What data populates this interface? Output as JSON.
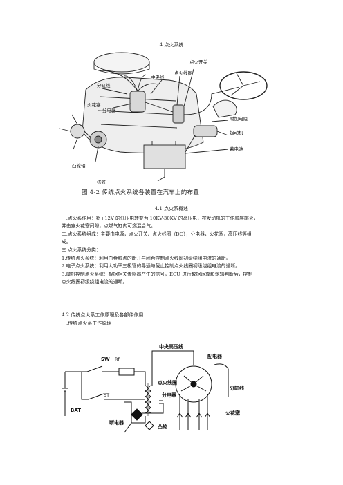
{
  "title": "4.点火系统",
  "figure1": {
    "caption": "图 4-2    传统点火系统各装置在汽车上的布置",
    "labels": {
      "ignition_switch": "点火开关",
      "ignition_coil": "点火线圈",
      "central_wire": "中央线",
      "distributor_wire": "分缸线",
      "spark_plug": "火花塞",
      "distributor": "分电器",
      "resistor": "附加电阻",
      "starter": "起动机",
      "cam": "凸轮轴",
      "battery": "蓄电池",
      "ground": "搭铁"
    }
  },
  "section_4_1": {
    "heading": "4.1 点火系概述",
    "lines": [
      "一.点火系作用：将+12V 的低压电转变为 10KV-30KV 的高压电，按发动机的工作顺序跳火，",
      "并击穿火花塞间隙，点燃气缸内可燃混合气。",
      "二.点火系统组成：主要由电源，点火开关、点火线圈（DQ），分电器，火花塞，高压线等组",
      "成。",
      "三.点火系统分类：",
      "1.传统点火系统：利用白金触点的断开与闭合控制点火线圈初级绕组电流的通断。",
      "2.电子点火系统：利用大功率三极管的导通与截止控制点火线圈初级绕组电流的通断。",
      "3.微机控制点火系统：根据相关传感器产生的信号，ECU 进行数据运算和逻辑判断后，控制",
      "点火线圈初级绕组电流的通断。"
    ]
  },
  "section_4_2": {
    "heading": "4.2 传统点火系工作原理及各部件作用",
    "subheading": "一.传统点火系工作原理"
  },
  "figure2": {
    "labels": {
      "sw": "SW",
      "rf": "Rf",
      "st": "ST",
      "bat": "BAT",
      "central_hv": "中央高压线",
      "coil": "点火线圈",
      "distributor_rotor": "配电器",
      "distributor": "分电器",
      "breaker": "断电器",
      "cam": "凸轮",
      "branch_wire": "分缸线",
      "spark_plug": "火花塞"
    }
  }
}
